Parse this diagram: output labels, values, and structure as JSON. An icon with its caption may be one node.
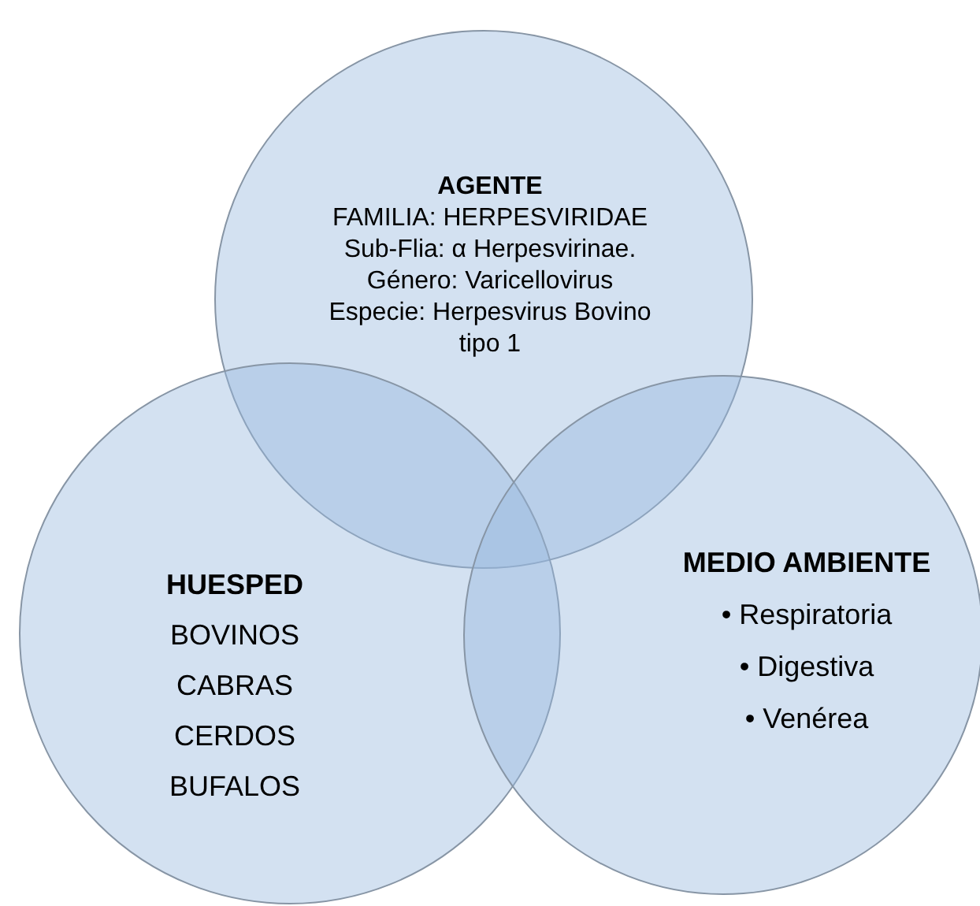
{
  "diagram": {
    "nodes": [
      {
        "text": [
          "AGENTE",
          "FAMILIA: HERPESVIRIDAE",
          "Sub-Flia: α Herpesvirinae.",
          "Género: Varicellovirus",
          "Especie: Herpesvirus Bovino tipo 1"
        ]
      },
      {
        "text": [
          "HUESPED",
          "BOVINOS",
          "CABRAS",
          "CERDOS",
          "BUFALOS"
        ]
      },
      {
        "text": [
          "MEDIO AMBIENTE",
          "• Respiratoria",
          "• Digestiva",
          "• Venérea"
        ]
      }
    ],
    "edges": []
  }
}
